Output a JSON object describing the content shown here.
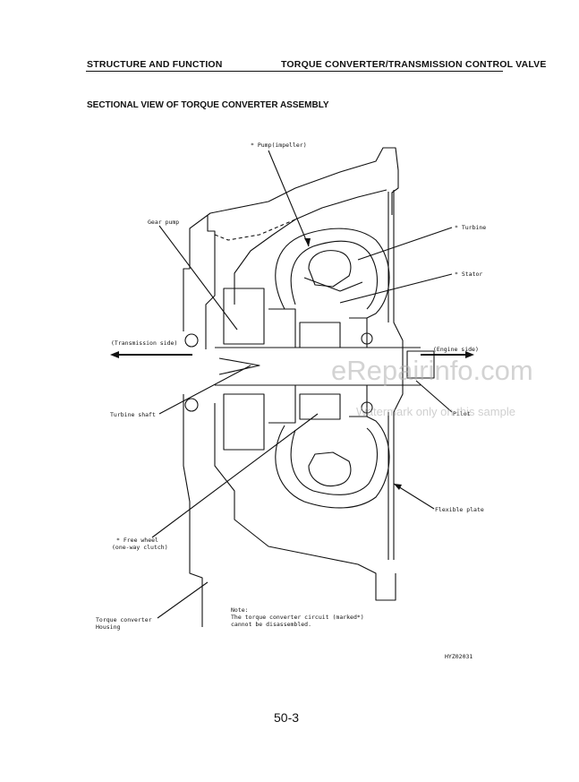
{
  "header": {
    "left": "STRUCTURE AND FUNCTION",
    "right": "TORQUE CONVERTER/TRANSMISSION CONTROL VALVE"
  },
  "section_title": "SECTIONAL VIEW OF TORQUE CONVERTER ASSEMBLY",
  "labels": {
    "pump": "* Pump(impeller)",
    "gear_pump": "Gear pump",
    "turbine": "* Turbine",
    "stator": "* Stator",
    "transmission_side": "(Transmission side)",
    "engine_side": "(Engine side)",
    "turbine_shaft": "Turbine shaft",
    "pilot": "Pilot",
    "flexible_plate": "Flexible plate",
    "free_wheel_1": "* Free wheel",
    "free_wheel_2": "(one-way clutch)",
    "housing_1": "Torque converter",
    "housing_2": "Housing",
    "note_1": "Note:",
    "note_2": "The torque converter circuit (marked*)",
    "note_3": "cannot be disassembled."
  },
  "figure_code": "HYZ02031",
  "watermark": {
    "main": "eRepairinfo.com",
    "sub": "Watermark only on this sample"
  },
  "page_number": "50-3"
}
